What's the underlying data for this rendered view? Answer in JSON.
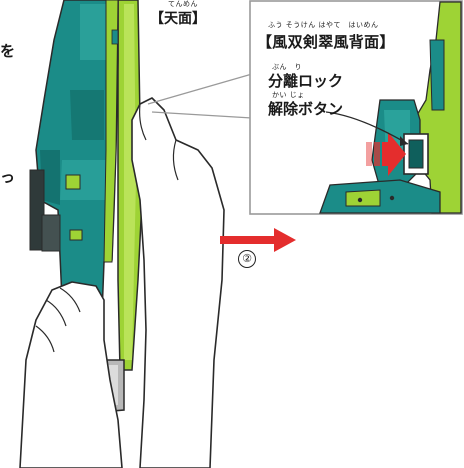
{
  "left_edge_text": [
    "を",
    "っ"
  ],
  "top_label": {
    "text": "【天面】",
    "ruby": "てんめん"
  },
  "inset": {
    "title": "【風双剣翠風背面】",
    "title_ruby": "ふう そうけん はやて　はいめん",
    "line1": "分離ロック",
    "line1_ruby": "ぶん　り",
    "line2": "解除ボタン",
    "line2_ruby": "かい じょ"
  },
  "step_number": "②",
  "colors": {
    "teal": "#1b8c88",
    "teal_dark": "#0f5f5c",
    "teal_light": "#36b0a8",
    "lime": "#9ed335",
    "lime_light": "#c6ea6a",
    "lime_dark": "#6fa21c",
    "grey": "#b8b8b8",
    "red": "#e42d2d",
    "outline": "#2a2a2a",
    "inset_border": "#9a9a9a"
  }
}
